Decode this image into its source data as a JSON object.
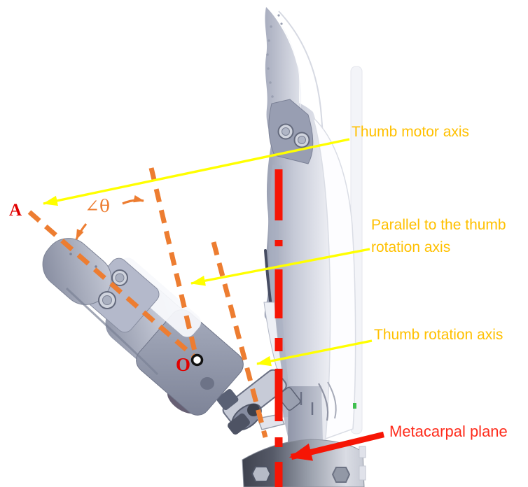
{
  "figure": {
    "callouts": {
      "thumb_motor_axis": "Thumb motor axis",
      "parallel_thumb_rotation_axis": "Parallel to the thumb rotation axis",
      "thumb_rotation_axis": "Thumb rotation axis",
      "metacarpal_plane": "Metacarpal plane"
    },
    "points": {
      "a": "A",
      "o": "O"
    },
    "angle": {
      "theta": "∠θ"
    },
    "colors": {
      "callout_text_gold": "#FFC000",
      "pointer_line_yellow": "#FFFF00",
      "axis_dash_orange": "#ED7D31",
      "metacarpal_red": "#F61505",
      "point_label_red": "#E10000"
    }
  }
}
